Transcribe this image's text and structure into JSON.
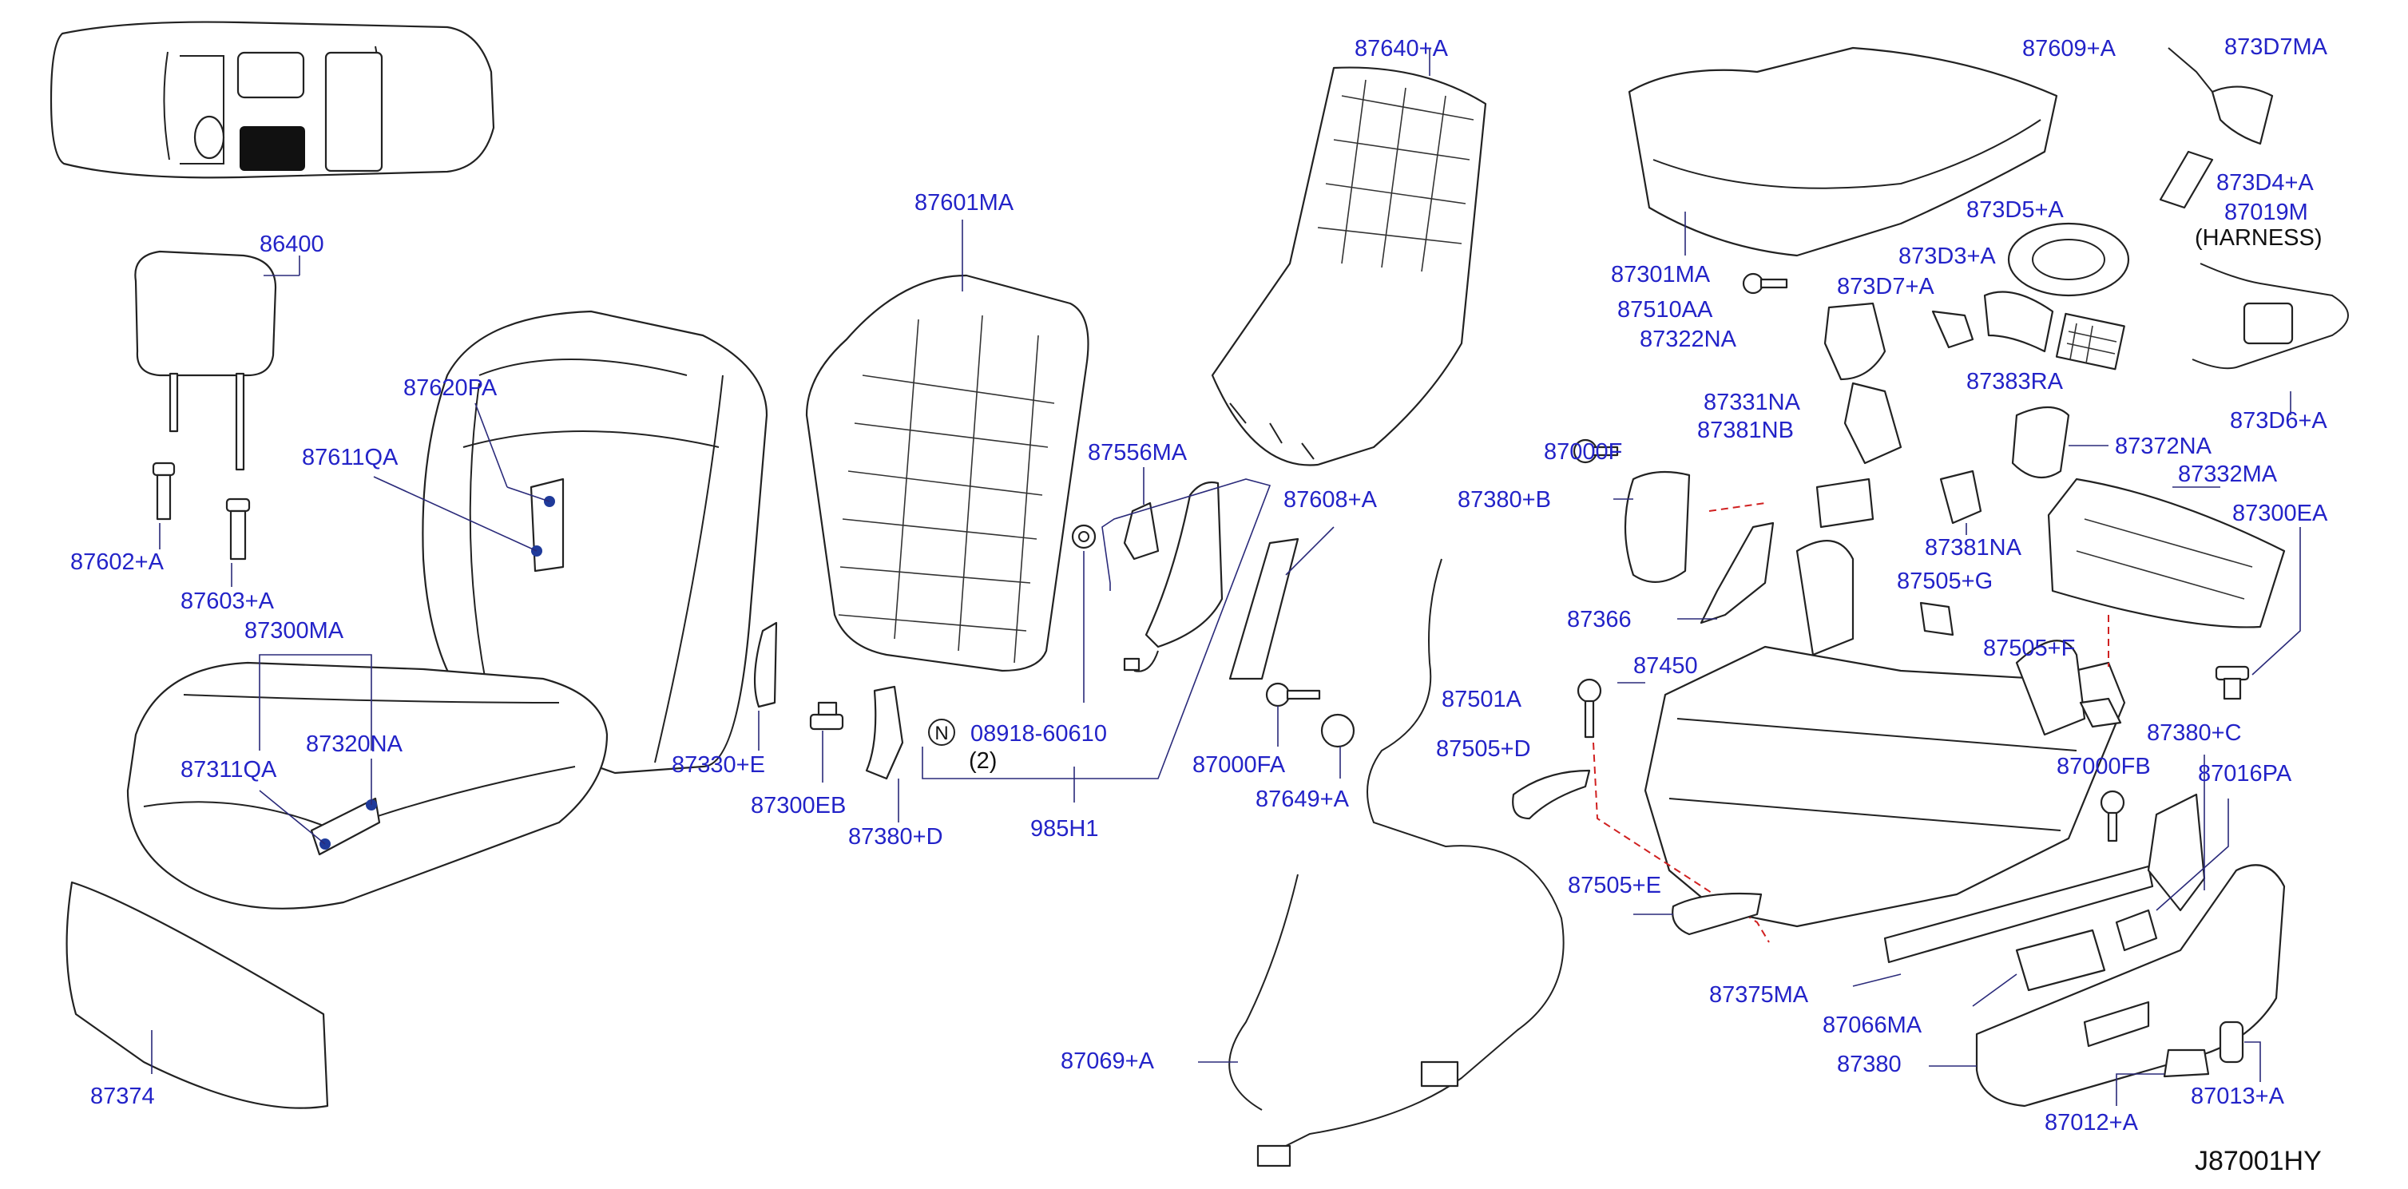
{
  "diagram": {
    "code": "J87001HY",
    "note": {
      "badge": "N",
      "part": "08918-60610",
      "quantity": "(2)"
    },
    "labels": {
      "p86400": "86400",
      "p87602a": "87602+A",
      "p87603a": "87603+A",
      "p87620pa": "87620PA",
      "p87611qa": "87611QA",
      "p87300ma": "87300MA",
      "p87320na": "87320NA",
      "p87311qa": "87311QA",
      "p87374": "87374",
      "p87601ma": "87601MA",
      "p87330e": "87330+E",
      "p87300eb": "87300EB",
      "p87380d": "87380+D",
      "p985h1": "985H1",
      "p87556ma": "87556MA",
      "p87608a": "87608+A",
      "p87000fa": "87000FA",
      "p87649a": "87649+A",
      "p87640a": "87640+A",
      "p87069a": "87069+A",
      "p87301ma": "87301MA",
      "p87510aa": "87510AA",
      "p87322na": "87322NA",
      "p873d7a": "873D7+A",
      "p873d3a": "873D3+A",
      "p873d5a": "873D5+A",
      "p87609a": "87609+A",
      "p873d7ma": "873D7MA",
      "p873d4a": "873D4+A",
      "p87019m": "87019M",
      "harness": "(HARNESS)",
      "p87383ra": "87383RA",
      "p873d6a": "873D6+A",
      "p87331na": "87331NA",
      "p87381nb": "87381NB",
      "p87000f": "87000F",
      "p87380b": "87380+B",
      "p87366": "87366",
      "p87381na": "87381NA",
      "p87372na": "87372NA",
      "p87332ma": "87332MA",
      "p87300ea": "87300EA",
      "p87505g": "87505+G",
      "p87505f": "87505+F",
      "p87501a": "87501A",
      "p87450": "87450",
      "p87505d": "87505+D",
      "p87380c": "87380+C",
      "p87000fb": "87000FB",
      "p87016pa": "87016PA",
      "p87505e": "87505+E",
      "p87375ma": "87375MA",
      "p87066ma": "87066MA",
      "p87380": "87380",
      "p87012a": "87012+A",
      "p87013a": "87013+A"
    }
  }
}
